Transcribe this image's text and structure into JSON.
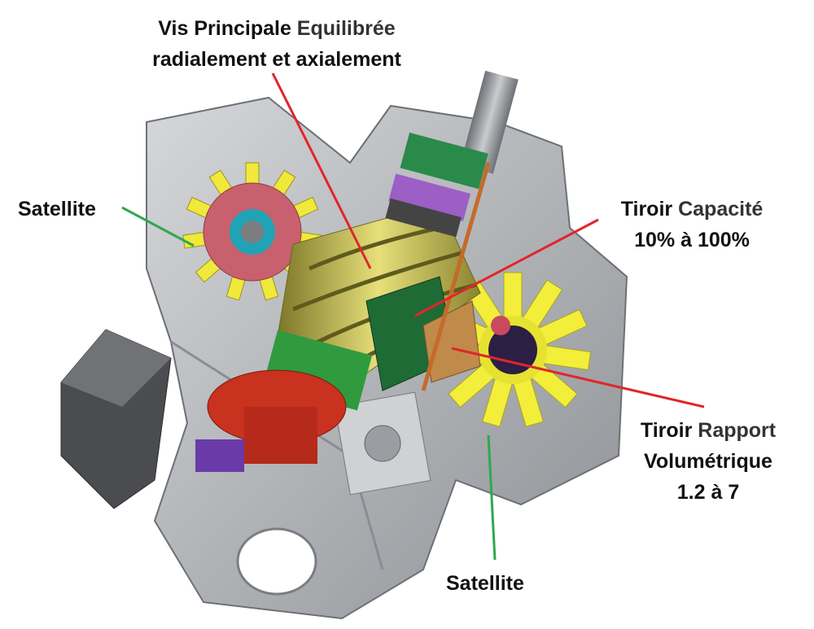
{
  "labels": {
    "main_screw": {
      "line1_a": "Vis Principale",
      "line1_b": "Equilibrée",
      "line2": "radialement et axialement"
    },
    "satellite_left": "Satellite",
    "capacity_slide": {
      "line1_a": "Tiroir",
      "line1_b": "Capacité",
      "line2": "10% à 100%"
    },
    "volume_ratio_slide": {
      "line1_a": "Tiroir",
      "line1_b": "Rapport",
      "line2": "Volumétrique",
      "line3": "1.2 à 7"
    },
    "satellite_bottom": "Satellite"
  },
  "colors": {
    "red_arrow": "#e0262b",
    "green_arrow": "#2fa84f",
    "housing": "#b9bcc0",
    "screw": "#c9c25a",
    "gate_rotor_left": "#c9606e",
    "gate_rotor_right": "#f2ee3a",
    "slide": "#1f6b35",
    "flange": "#c8321e"
  }
}
